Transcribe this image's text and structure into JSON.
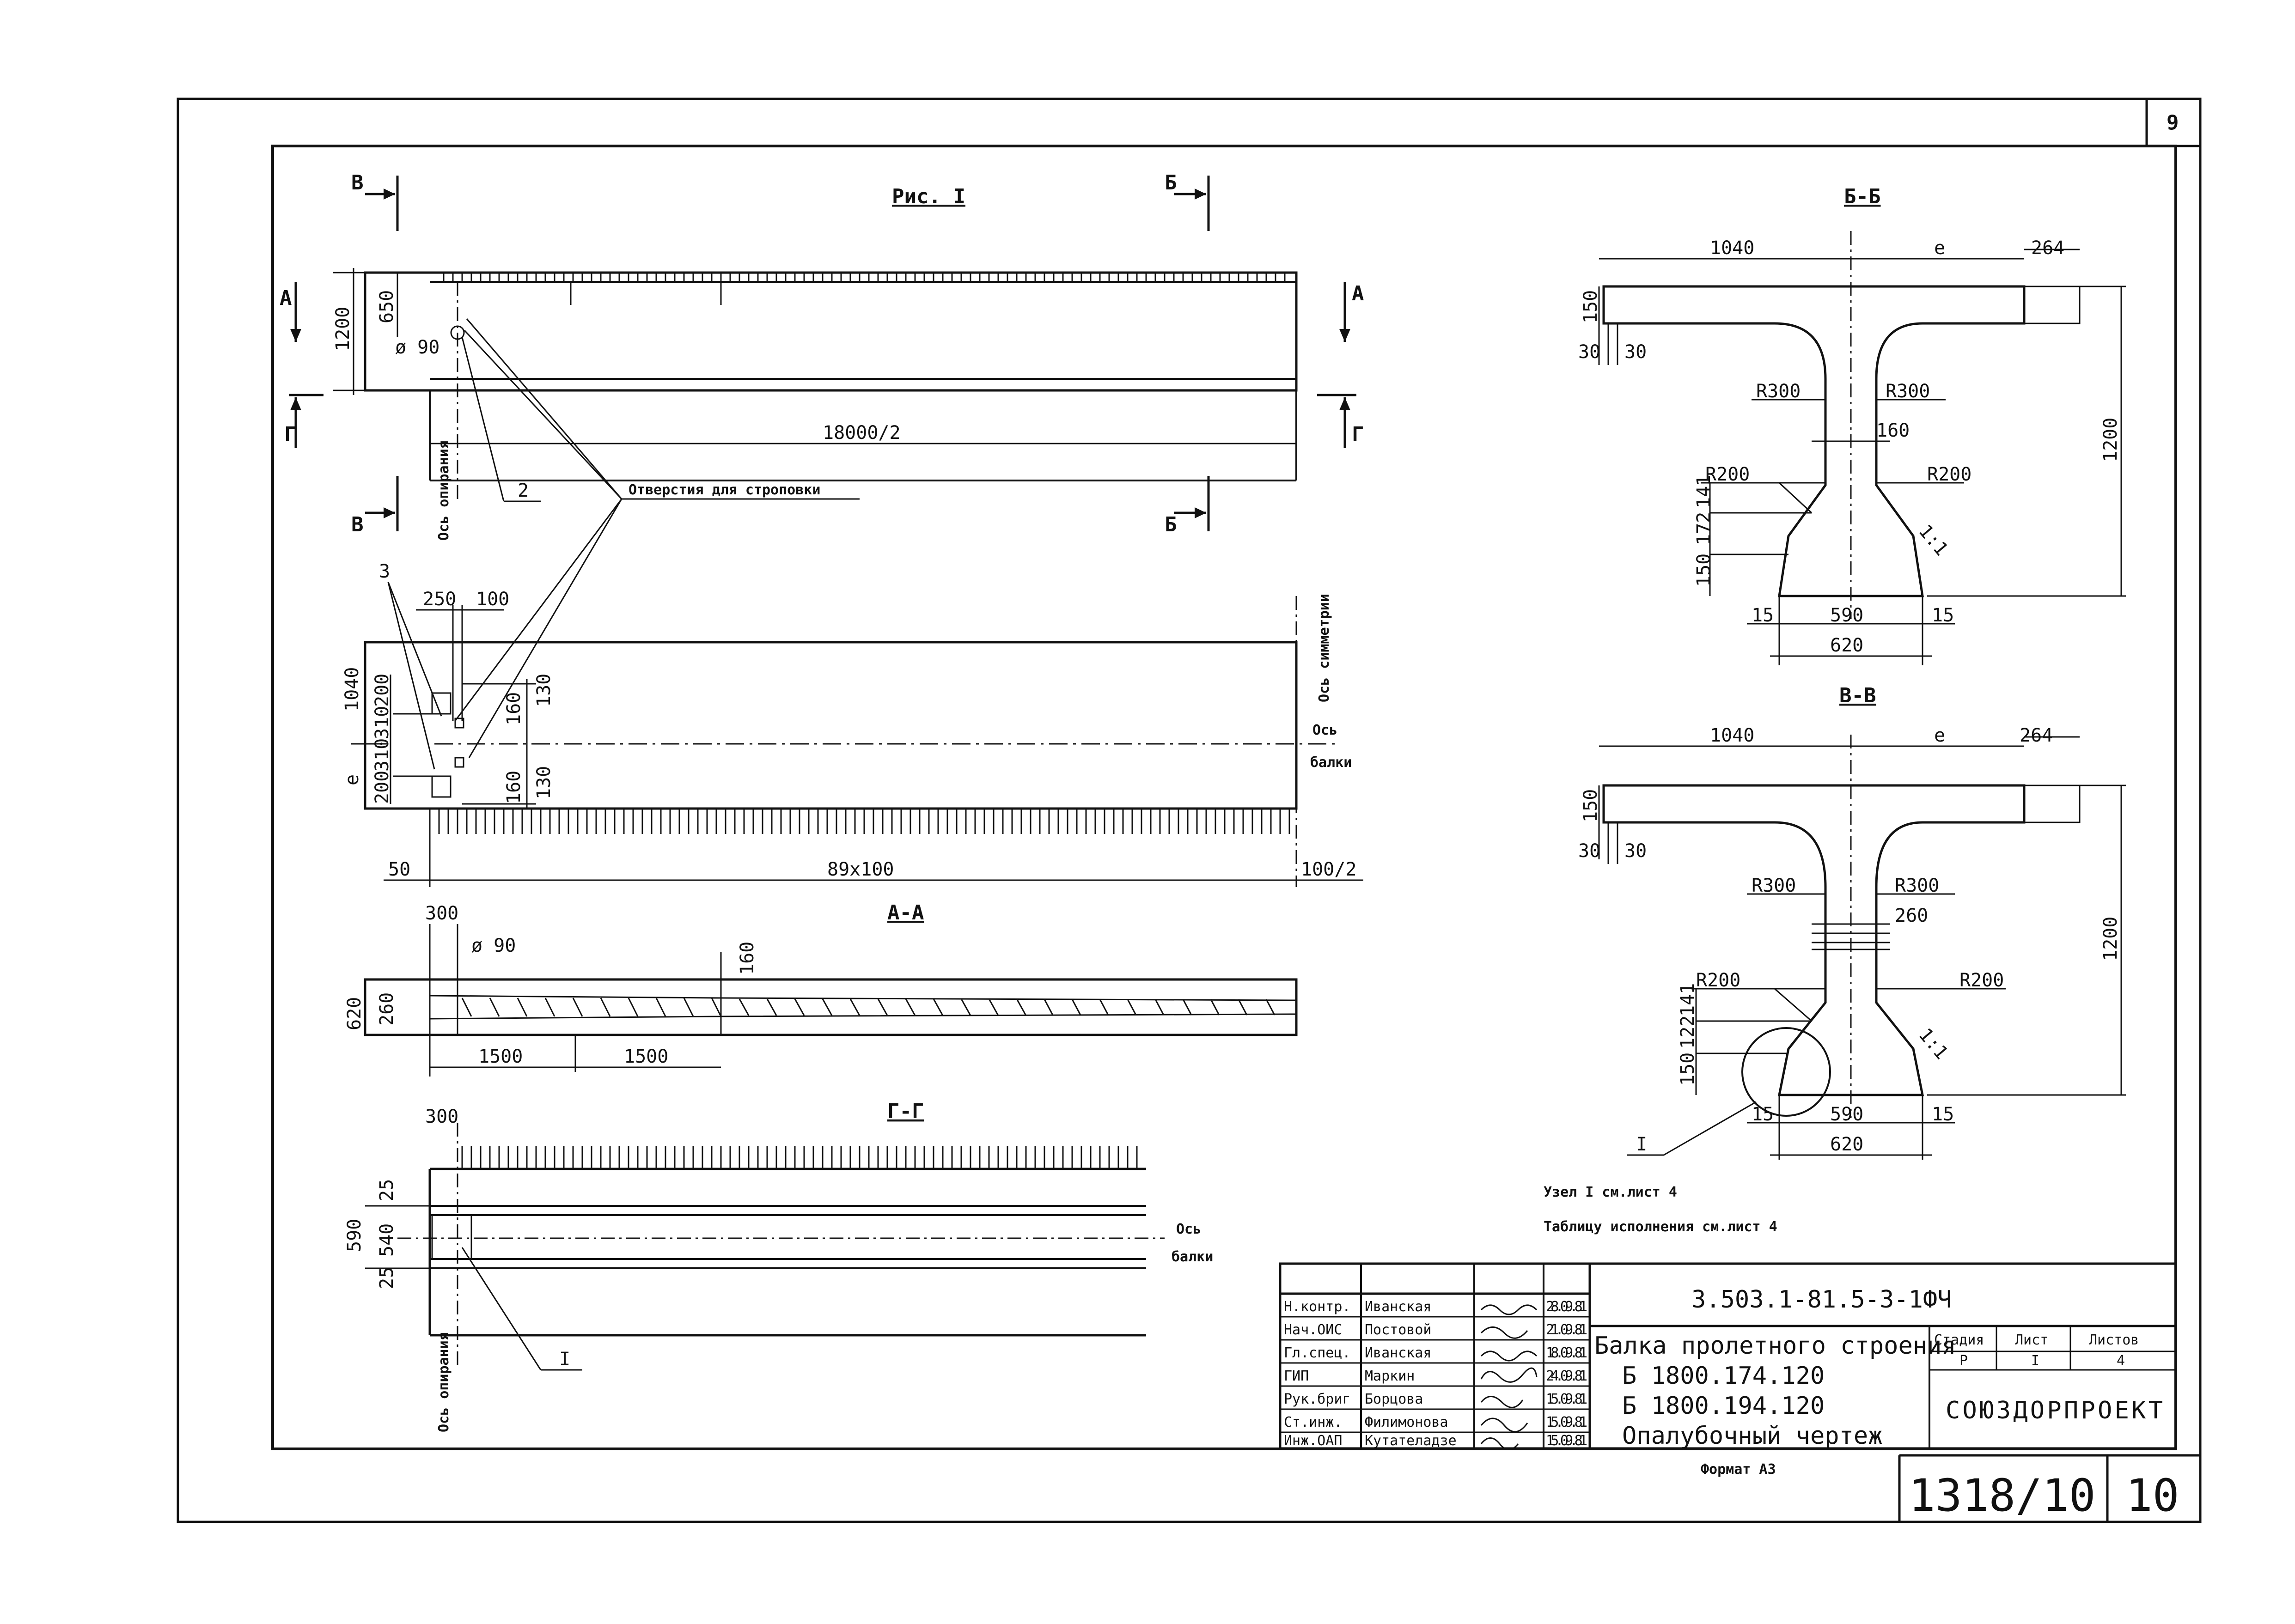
{
  "sheet": {
    "corner_number": "9",
    "format": "Формат А3"
  },
  "fig1": {
    "title": "Рис. I",
    "section_b": "Б",
    "section_v": "В",
    "section_a": "А",
    "section_g": "Г",
    "dim_1200": "1200",
    "dim_650": "650",
    "dia_90": "ø 90",
    "dim_half_length": "18000/2",
    "axis_support": "Ось опирания",
    "callout_2": "2",
    "holes_label": "Отверстия для строповки",
    "callout_3": "3",
    "dim_250": "250",
    "dim_100": "100",
    "dim_1040": "1040",
    "dim_e": "е",
    "dims_left_plan": [
      "200",
      "310",
      "310",
      "200"
    ],
    "dim_160_a": "160",
    "dim_130_a": "130",
    "dim_160_b": "160",
    "dim_130_b": "130",
    "axis_symmetry": "Ось симметрии",
    "axis_beam": "Ось балки",
    "dim_50": "50",
    "dim_stirrups": "89x100",
    "dim_100_2": "100/2"
  },
  "section_aa": {
    "title": "А-А",
    "dim_300": "300",
    "dia_90": "ø 90",
    "dim_160": "160",
    "dim_620": "620",
    "dim_260": "260",
    "dim_1500_a": "1500",
    "dim_1500_b": "1500"
  },
  "section_gg": {
    "title": "Г-Г",
    "dim_300": "300",
    "dim_590": "590",
    "dim_540": "540",
    "dim_25_a": "25",
    "dim_25_b": "25",
    "axis_beam": "Ось балки",
    "axis_support": "Ось опирания",
    "callout_1": "I"
  },
  "section_bb": {
    "title": "Б-Б",
    "dim_1040": "1040",
    "dim_e": "е",
    "dim_264": "264",
    "dim_150": "150",
    "dim_30_a": "30",
    "dim_30_b": "30",
    "r300_left": "R300",
    "r300_right": "R300",
    "dim_160": "160",
    "dim_1200": "1200",
    "r200_left": "R200",
    "r200_right": "R200",
    "dim_141": "141",
    "dim_172": "172",
    "dim_150b": "150",
    "slope": "1:1",
    "dim_15_a": "15",
    "dim_590": "590",
    "dim_15_b": "15",
    "dim_620": "620"
  },
  "section_vv": {
    "title": "В-В",
    "dim_1040": "1040",
    "dim_e": "е",
    "dim_264": "264",
    "dim_150": "150",
    "dim_30_a": "30",
    "dim_30_b": "30",
    "r300_left": "R300",
    "r300_right": "R300",
    "dim_260": "260",
    "dim_1200": "1200",
    "r200_left": "R200",
    "r200_right": "R200",
    "dim_141": "141",
    "dim_122": "122",
    "dim_150b": "150",
    "slope": "1:1",
    "dim_15_a": "15",
    "dim_590": "590",
    "dim_15_b": "15",
    "dim_620": "620",
    "callout_1": "I"
  },
  "notes": {
    "node_ref": "Узел I см.лист 4",
    "table_ref": "Таблицу исполнения см.лист 4"
  },
  "title_block": {
    "doc_code": "3.503.1-81.5-3-1ФЧ",
    "staff": [
      {
        "role": "Н.контр.",
        "name": "Иванская",
        "date": "28.09.81"
      },
      {
        "role": "Нач.ОИС",
        "name": "Постовой",
        "date": "21.09.81"
      },
      {
        "role": "Гл.спец.",
        "name": "Иванская",
        "date": "18.09.81"
      },
      {
        "role": "ГИП",
        "name": "Маркин",
        "date": "24.09.81"
      },
      {
        "role": "Рук.бриг",
        "name": "Борцова",
        "date": "15.09.81"
      },
      {
        "role": "Ст.инж.",
        "name": "Филимонова",
        "date": "15.09.81"
      },
      {
        "role": "Инж.ОАП",
        "name": "Кутателадзе",
        "date": "15.09.81"
      }
    ],
    "name_line1": "Балка пролетного строения",
    "name_line2": "Б 1800.174.120",
    "name_line3": "Б 1800.194.120",
    "name_line4": "Опалубочный чертеж",
    "stage_h": "Стадия",
    "sheet_h": "Лист",
    "sheets_h": "Листов",
    "stage": "Р",
    "sheet_no": "I",
    "sheets_total": "4",
    "org": "СОЮЗДОРПРОЕКТ",
    "inv_no": "1318/10",
    "page_no": "10"
  }
}
